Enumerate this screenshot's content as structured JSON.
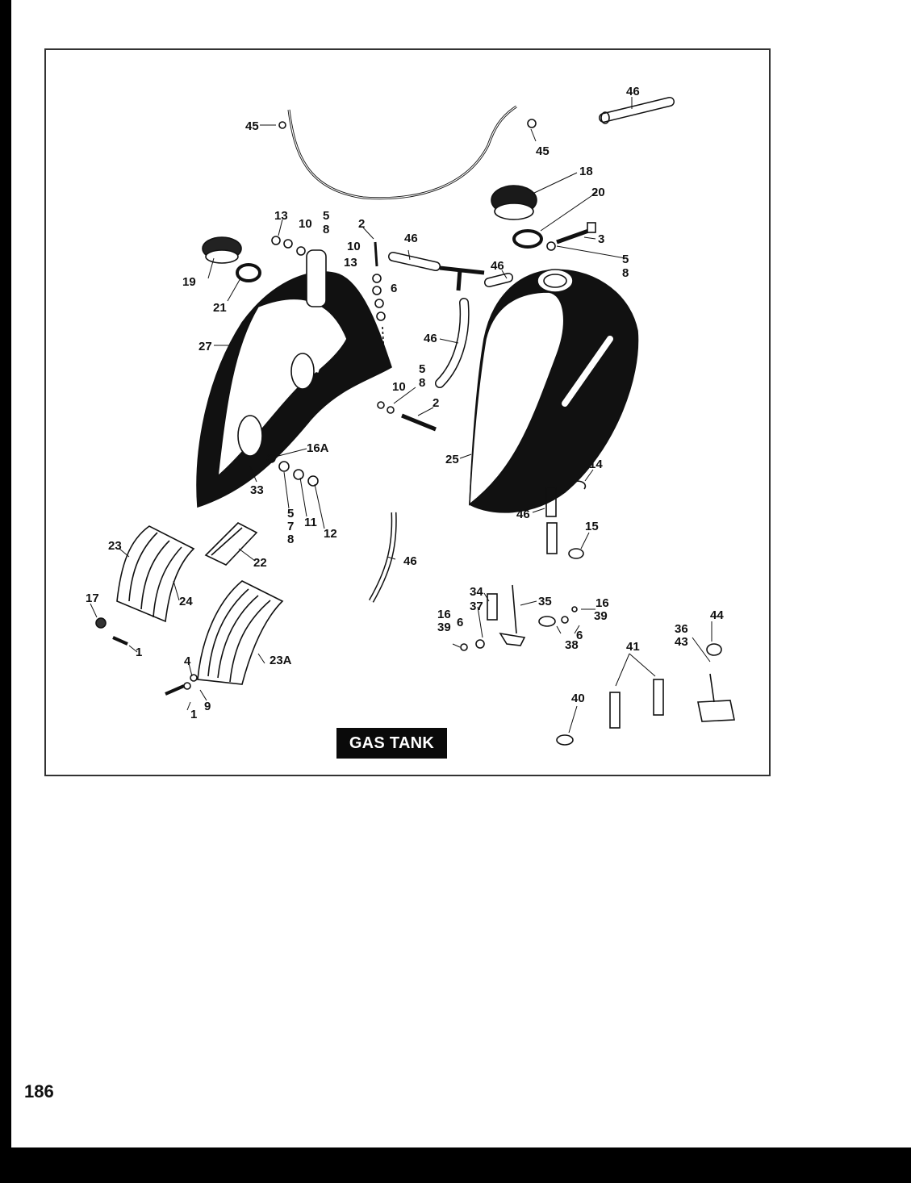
{
  "title": "GAS TANK",
  "page_number": "186",
  "callouts": {
    "c45a": "45",
    "c45b": "45",
    "c46a": "46",
    "c18": "18",
    "c20": "20",
    "c3": "3",
    "c58a_5": "5",
    "c58a_8": "8",
    "c13a": "13",
    "c10a": "10",
    "c58b_5": "5",
    "c58b_8": "8",
    "c2a": "2",
    "c10b": "10",
    "c13b": "13",
    "c6a": "6",
    "c46b": "46",
    "c46c": "46",
    "c46d": "46",
    "c19": "19",
    "c21": "21",
    "c27": "27",
    "c58c_5": "5",
    "c58c_8": "8",
    "c10c": "10",
    "c2b": "2",
    "c16a": "16A",
    "c33": "33",
    "c578_5": "5",
    "c578_7": "7",
    "c578_8": "8",
    "c11": "11",
    "c12": "12",
    "c25": "25",
    "c14": "14",
    "c46e": "46",
    "c15": "15",
    "c23": "23",
    "c22": "22",
    "c24": "24",
    "c17": "17",
    "c1a": "1",
    "c23a": "23A",
    "c4": "4",
    "c1b": "1",
    "c9": "9",
    "c46f": "46",
    "c34": "34",
    "c37": "37",
    "c35": "35",
    "c16b": "16",
    "c39b": "39",
    "c6b": "6",
    "c16c": "16",
    "c39c": "39",
    "c6c": "6",
    "c38": "38",
    "c44": "44",
    "c36": "36",
    "c43": "43",
    "c41": "41",
    "c40": "40"
  }
}
